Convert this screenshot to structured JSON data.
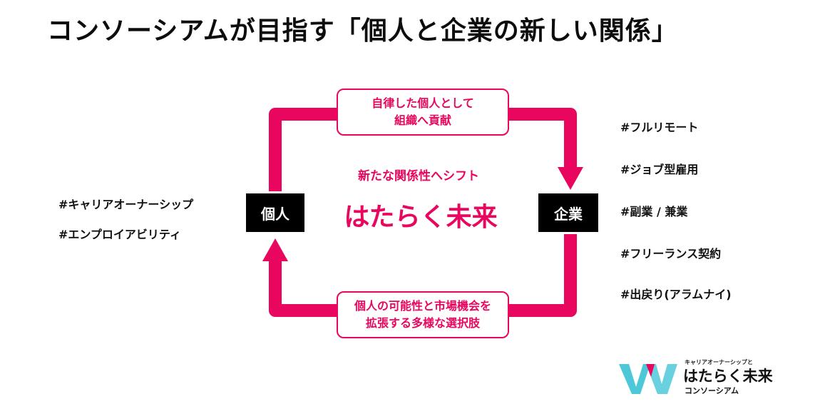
{
  "title": "コンソーシアムが目指す「個人と企業の新しい関係」",
  "diagram": {
    "accent_color": "#e8065f",
    "node_left": "個人",
    "node_right": "企業",
    "top_callout": [
      "自律した個人として",
      "組織へ貢献"
    ],
    "bottom_callout": [
      "個人の可能性と市場機会を",
      "拡張する多様な選択肢"
    ],
    "center_sub": "新たな関係性へシフト",
    "center_main": "はたらく未来"
  },
  "left_tags": [
    "#キャリアオーナーシップ",
    "#エンプロイアビリティ"
  ],
  "right_tags": [
    "#フルリモート",
    "#ジョブ型雇用",
    "#副業 / 兼業",
    "#フリーランス契約",
    "#出戻り(アラムナイ)"
  ],
  "logo": {
    "subtitle": "キャリアオーナーシップと",
    "name": "はたらく未来",
    "bottom": "コンソーシアム",
    "colors": [
      "#4dc8d8",
      "#e8065f"
    ]
  }
}
